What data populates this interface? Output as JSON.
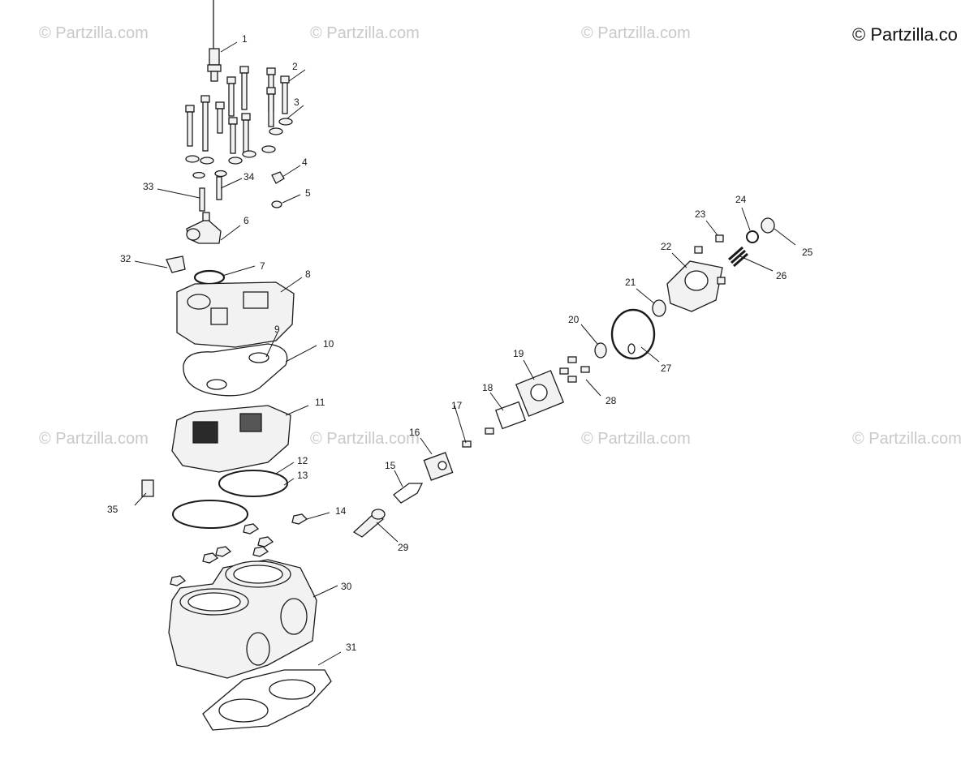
{
  "watermarks": {
    "faint": "© Partzilla.com",
    "main": "© Partzilla.co"
  },
  "callouts": [
    "1",
    "2",
    "3",
    "4",
    "5",
    "6",
    "7",
    "8",
    "9",
    "10",
    "11",
    "12",
    "13",
    "14",
    "15",
    "16",
    "17",
    "18",
    "19",
    "20",
    "21",
    "22",
    "23",
    "24",
    "25",
    "26",
    "27",
    "28",
    "29",
    "30",
    "31",
    "32",
    "33",
    "34",
    "35"
  ],
  "colors": {
    "line": "#1a1a1a",
    "watermark": "#c9c9c9",
    "part_fill": "#f2f2f2"
  }
}
